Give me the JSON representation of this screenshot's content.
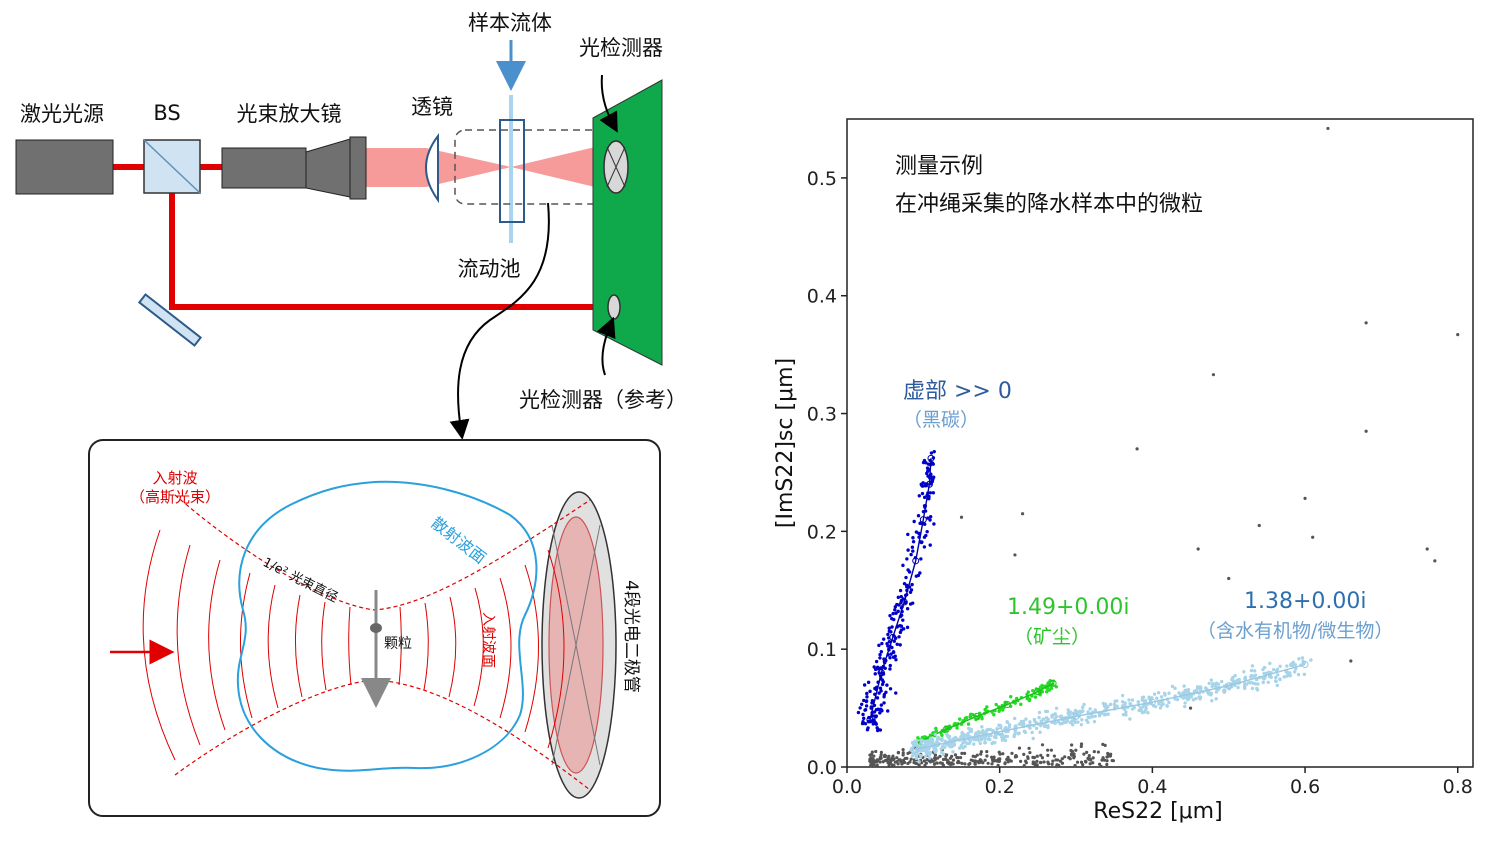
{
  "setup": {
    "laser_label": "激光光源",
    "bs_label": "BS",
    "expander_label": "光束放大镜",
    "lens_label": "透镜",
    "sample_flow_label": "样本流体",
    "flow_cell_label": "流动池",
    "detector_label": "光检测器",
    "ref_detector_label": "光检测器（参考）"
  },
  "inset": {
    "incident_wave_line1": "入射波",
    "incident_wave_line2": "（高斯光束）",
    "scattered_wavefront": "散射波面",
    "beam_diameter": "1/e² 光束直径",
    "particle": "颗粒",
    "incident_wavefront": "入射波面",
    "photodiode": "4段光电二极管"
  },
  "chart_data": {
    "type": "scatter",
    "title_line1": "测量示例",
    "title_line2": "在冲绳采集的降水样本中的微粒",
    "xlabel": "ReS22 [μm]",
    "ylabel": "[ImS22]sc [μm]",
    "xlim": [
      0.0,
      0.82
    ],
    "ylim": [
      0.0,
      0.55
    ],
    "xticks": [
      "0.0",
      "0.2",
      "0.4",
      "0.6",
      "0.8"
    ],
    "yticks": [
      "0.0",
      "0.1",
      "0.2",
      "0.3",
      "0.4",
      "0.5"
    ],
    "grid": false,
    "annotations": [
      {
        "text": "虚部 >> 0",
        "sub": "（黑碳）",
        "color": "#2e5a9e",
        "subcolor": "#6a9fd0"
      },
      {
        "text": "1.49+0.00i",
        "sub": "（矿尘）",
        "color": "#2ec42e",
        "subcolor": "#2ec42e"
      },
      {
        "text": "1.38+0.00i",
        "sub": "（含水有机物/微生物）",
        "color": "#2e6fae",
        "subcolor": "#6a9fd0"
      }
    ],
    "series": [
      {
        "name": "虚部 >> 0",
        "color": "#0000cc",
        "curve": [
          [
            0.03,
            0.04
          ],
          [
            0.045,
            0.08
          ],
          [
            0.06,
            0.11
          ],
          [
            0.075,
            0.14
          ],
          [
            0.09,
            0.175
          ],
          [
            0.1,
            0.21
          ],
          [
            0.108,
            0.24
          ],
          [
            0.11,
            0.262
          ]
        ]
      },
      {
        "name": "1.49+0.00i",
        "color": "#22dd22",
        "curve": [
          [
            0.09,
            0.02
          ],
          [
            0.13,
            0.032
          ],
          [
            0.17,
            0.043
          ],
          [
            0.21,
            0.053
          ],
          [
            0.25,
            0.064
          ],
          [
            0.27,
            0.071
          ]
        ]
      },
      {
        "name": "1.38+0.00i",
        "color": "#a8d4ea",
        "curve": [
          [
            0.09,
            0.015
          ],
          [
            0.2,
            0.03
          ],
          [
            0.3,
            0.043
          ],
          [
            0.4,
            0.055
          ],
          [
            0.5,
            0.069
          ],
          [
            0.6,
            0.087
          ]
        ]
      }
    ],
    "outliers": [
      [
        0.63,
        0.542
      ],
      [
        0.68,
        0.377
      ],
      [
        0.8,
        0.367
      ],
      [
        0.48,
        0.333
      ],
      [
        0.68,
        0.285
      ],
      [
        0.38,
        0.27
      ],
      [
        0.6,
        0.228
      ],
      [
        0.54,
        0.205
      ],
      [
        0.76,
        0.185
      ],
      [
        0.77,
        0.175
      ],
      [
        0.5,
        0.16
      ],
      [
        0.61,
        0.195
      ],
      [
        0.46,
        0.185
      ],
      [
        0.23,
        0.215
      ],
      [
        0.22,
        0.18
      ],
      [
        0.15,
        0.212
      ],
      [
        0.45,
        0.05
      ],
      [
        0.66,
        0.09
      ]
    ]
  }
}
